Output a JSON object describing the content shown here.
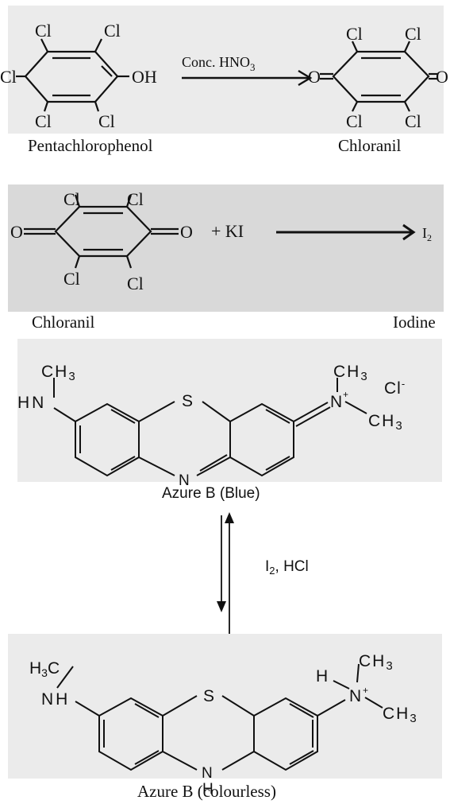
{
  "reaction1": {
    "cl": "Cl",
    "oh": "OH",
    "oxygen": "O",
    "reagent_prefix": "Conc. HNO",
    "reagent_subscript": "3",
    "reactant_name": "Pentachlorophenol",
    "product_name": "Chloranil"
  },
  "reaction2": {
    "cl": "Cl",
    "oxygen": "O",
    "plus_ki": "+ KI",
    "product_symbol": "I",
    "product_subscript": "2",
    "reactant_name": "Chloranil",
    "product_name": "Iodine"
  },
  "azure_blue": {
    "ch": "CH",
    "sub3": "3",
    "hn": "HN",
    "s": "S",
    "n": "N",
    "plus": "+",
    "counter_ion": "Cl",
    "minus": "-",
    "name": "Azure B (Blue)"
  },
  "equilibrium": {
    "reagent_i": "I",
    "reagent_sub": "2",
    "reagent_rest": ", HCl"
  },
  "azure_colourless": {
    "h3c_h": "H",
    "h3c_sub": "3",
    "h3c_c": "C",
    "nh": "NH",
    "s": "S",
    "n": "N",
    "h": "H",
    "ch": "CH",
    "sub3": "3",
    "plus": "+",
    "name": "Azure B (colourless)"
  }
}
